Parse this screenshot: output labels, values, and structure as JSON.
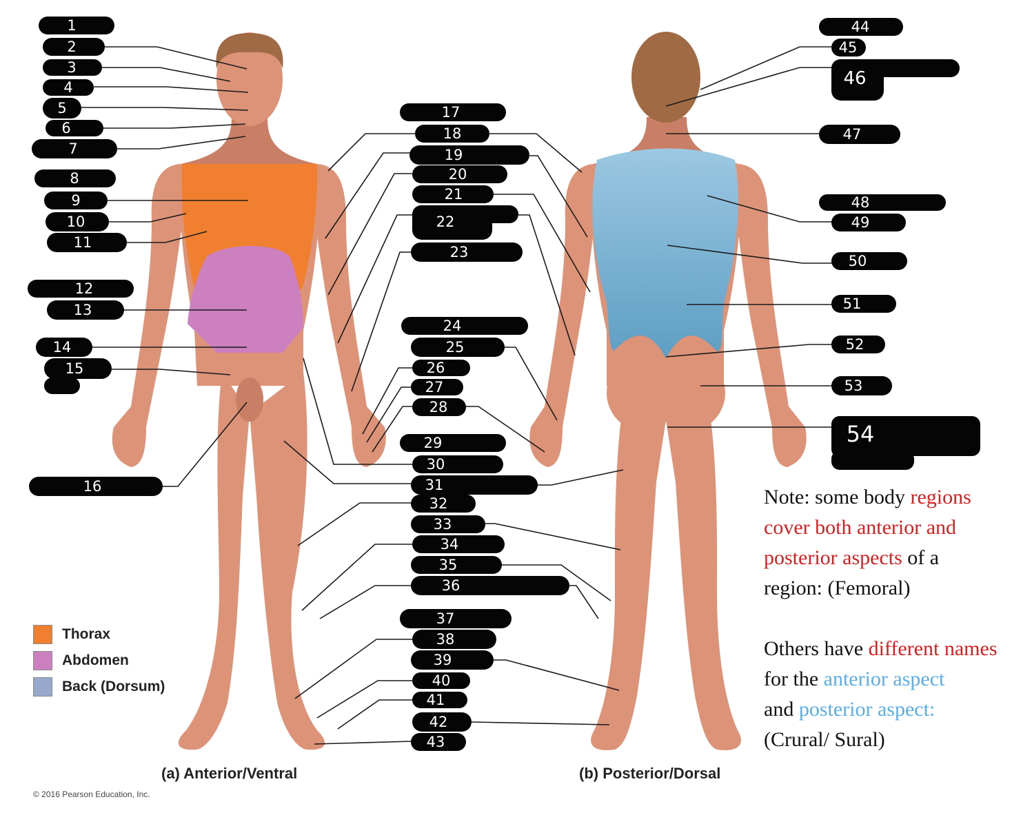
{
  "labels": [
    "1",
    "2",
    "3",
    "4",
    "5",
    "6",
    "7",
    "8",
    "9",
    "10",
    "11",
    "12",
    "13",
    "14",
    "15",
    "16",
    "17",
    "18",
    "19",
    "20",
    "21",
    "22",
    "23",
    "24",
    "25",
    "26",
    "27",
    "28",
    "29",
    "30",
    "31",
    "32",
    "33",
    "34",
    "35",
    "36",
    "37",
    "38",
    "39",
    "40",
    "41",
    "42",
    "43",
    "44",
    "45",
    "46",
    "47",
    "48",
    "49",
    "50",
    "51",
    "52",
    "53",
    "54"
  ],
  "legend": [
    {
      "label": "Thorax",
      "color": "#f08030"
    },
    {
      "label": "Abdomen",
      "color": "#cc80c0"
    },
    {
      "label": "Back (Dorsum)",
      "color": "#98a8cc"
    }
  ],
  "captions": {
    "anterior": "(a) Anterior/Ventral",
    "posterior": "(b) Posterior/Dorsal"
  },
  "copyright": "© 2016 Pearson Education, Inc.",
  "note": {
    "l1a": "Note:  some body ",
    "l1b": "regions",
    "l2": "cover both anterior and",
    "l3a": "posterior aspects",
    "l3b": " of a",
    "l4": "region: (Femoral)",
    "l5a": "Others have ",
    "l5b": "different names",
    "l6a": "for the  ",
    "l6b": "anterior aspect",
    "l7a": "and ",
    "l7b": "posterior aspect:",
    "l8": "(Crural/ Sural)"
  },
  "colors": {
    "thorax": "#f08030",
    "abdomen": "#cc80c0",
    "back": "#8ab8dc",
    "skin": "#dc9378",
    "pill": "#050505"
  }
}
